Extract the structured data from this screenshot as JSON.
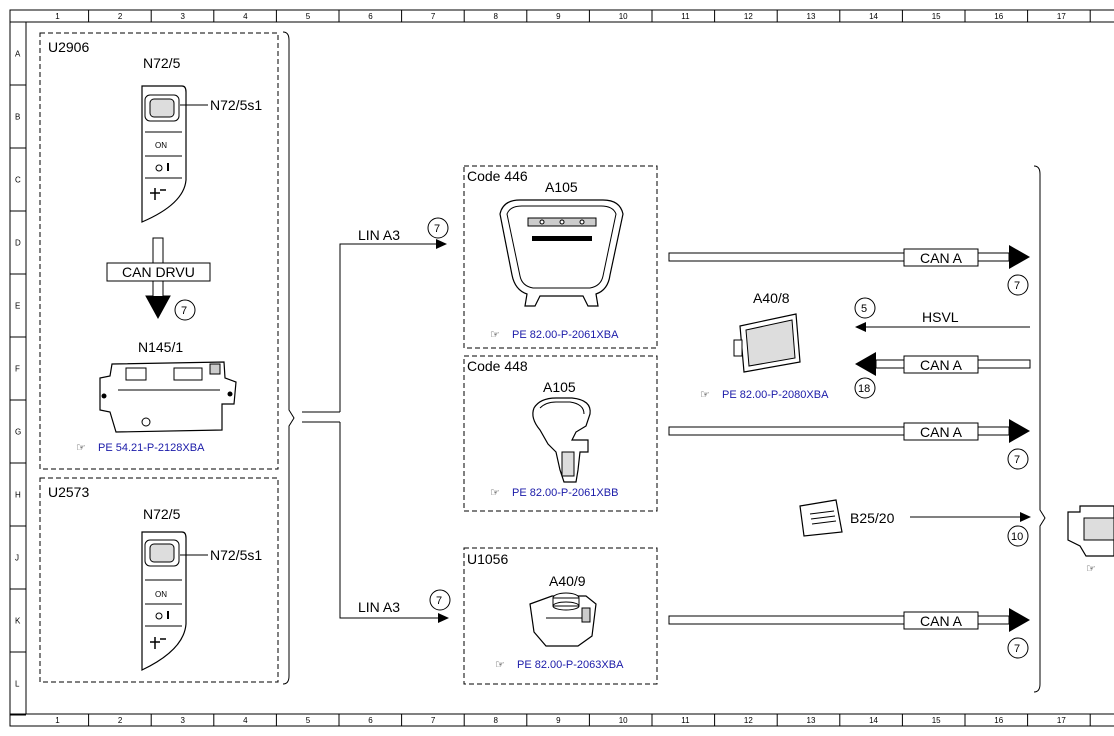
{
  "grid": {
    "columns": [
      "1",
      "2",
      "3",
      "4",
      "5",
      "6",
      "7",
      "8",
      "9",
      "10",
      "11",
      "12",
      "13",
      "14",
      "15",
      "16",
      "17"
    ],
    "rows": [
      "A",
      "B",
      "C",
      "D",
      "E",
      "F",
      "G",
      "H",
      "J",
      "K",
      "L"
    ]
  },
  "groups": {
    "u2906": "U2906",
    "u2573": "U2573",
    "code446": "Code 446",
    "code448": "Code 448",
    "u1056": "U1056"
  },
  "components": {
    "n72_5_top": "N72/5",
    "n72_5s1_top": "N72/5s1",
    "n145_1": "N145/1",
    "n72_5_bottom": "N72/5",
    "n72_5s1_bottom": "N72/5s1",
    "a105_446": "A105",
    "a105_448": "A105",
    "a40_9": "A40/9",
    "a40_8": "A40/8",
    "b25_20": "B25/20"
  },
  "switch_labels": {
    "on": "ON"
  },
  "buses": {
    "can_drvu": "CAN DRVU",
    "lin_a3_top": "LIN A3",
    "lin_a3_bottom": "LIN A3",
    "can_a_1": "CAN A",
    "can_a_2": "CAN A",
    "can_a_3": "CAN A",
    "can_a_4": "CAN A",
    "hsvl": "HSVL"
  },
  "refs": {
    "n145_1": "PE 54.21-P-2128XBA",
    "a105_446": "PE 82.00-P-2061XBA",
    "a105_448": "PE 82.00-P-2061XBB",
    "a40_9": "PE 82.00-P-2063XBA",
    "a40_8": "PE 82.00-P-2080XBA"
  },
  "callouts": {
    "can_drvu": "7",
    "lin_top": "7",
    "lin_bottom": "7",
    "can_a_1": "7",
    "hsvl": "5",
    "can_a_2": "18",
    "can_a_3": "7",
    "b25_20": "10",
    "can_a_4": "7"
  },
  "colors": {
    "line": "#000000",
    "reference_text": "#1a1aa8",
    "can_bar_fill": "#ffffff",
    "component_fill": "#e8e8e8"
  },
  "icons": {
    "reference": "pointing-hand-icon"
  }
}
